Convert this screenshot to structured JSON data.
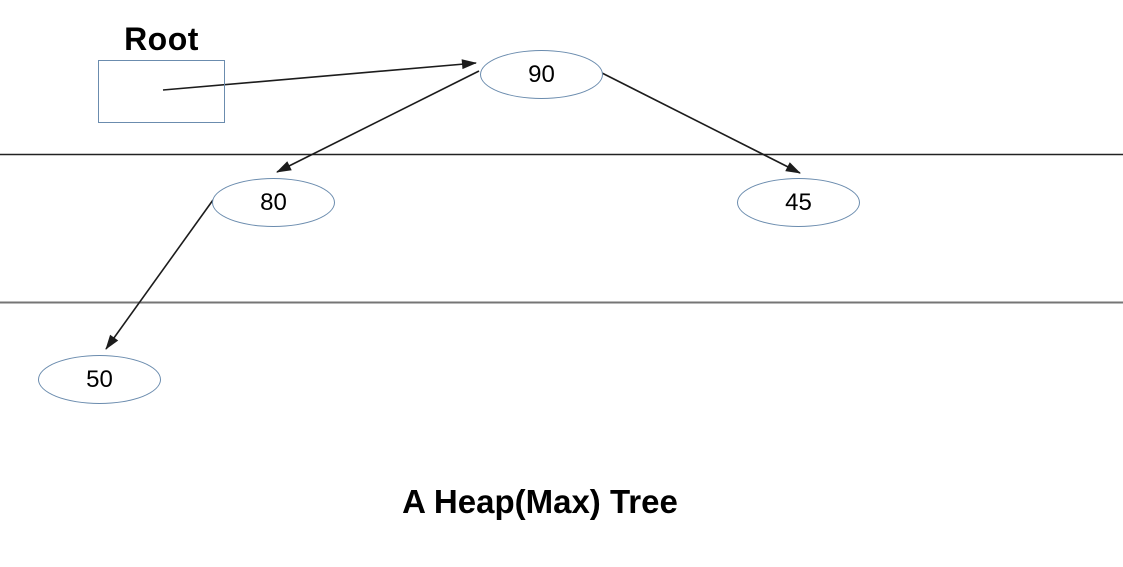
{
  "diagram": {
    "title": "A Heap(Max) Tree",
    "root_label": "Root",
    "nodes": [
      {
        "id": "node-90",
        "value": "90",
        "level": 0
      },
      {
        "id": "node-80",
        "value": "80",
        "level": 1
      },
      {
        "id": "node-45",
        "value": "45",
        "level": 1
      },
      {
        "id": "node-50",
        "value": "50",
        "level": 2
      }
    ],
    "edges": [
      {
        "from": "root-pointer",
        "to": "90"
      },
      {
        "from": "90",
        "to": "80"
      },
      {
        "from": "90",
        "to": "45"
      },
      {
        "from": "80",
        "to": "50"
      }
    ],
    "colors": {
      "background": "#ffffff",
      "node_border": "#6b8cae",
      "root_box_border": "#6b8cae",
      "edge": "#1c1c1c",
      "level_line_1": "#222222",
      "level_line_2": "#757575",
      "text": "#000000"
    }
  }
}
